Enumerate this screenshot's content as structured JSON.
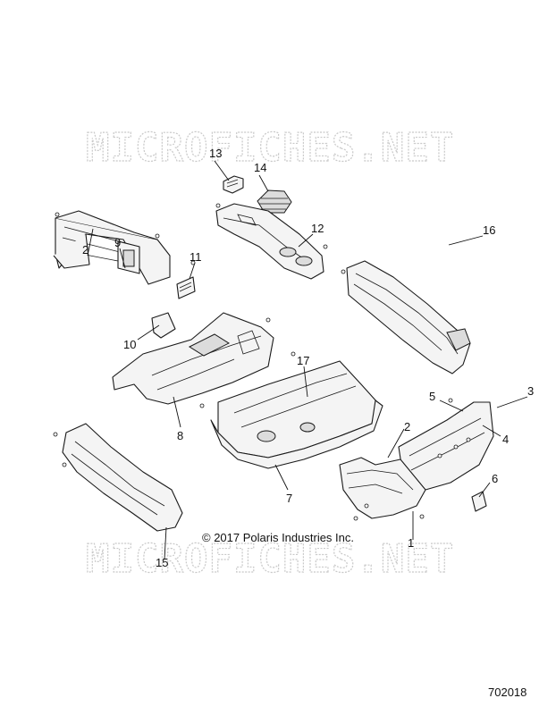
{
  "watermark": {
    "top_text": "MICROFICHES.NET",
    "bottom_text": "MICROFICHES.NET"
  },
  "copyright": "© 2017 Polaris Industries Inc.",
  "diagram_id": "702018",
  "callouts": {
    "c1": "1",
    "c2a": "2",
    "c2b": "2",
    "c3": "3",
    "c4": "4",
    "c5": "5",
    "c6": "6",
    "c7": "7",
    "c8": "8",
    "c9": "9",
    "c10": "10",
    "c11": "11",
    "c12": "12",
    "c13": "13",
    "c14": "14",
    "c15": "15",
    "c16": "16",
    "c17": "17"
  }
}
